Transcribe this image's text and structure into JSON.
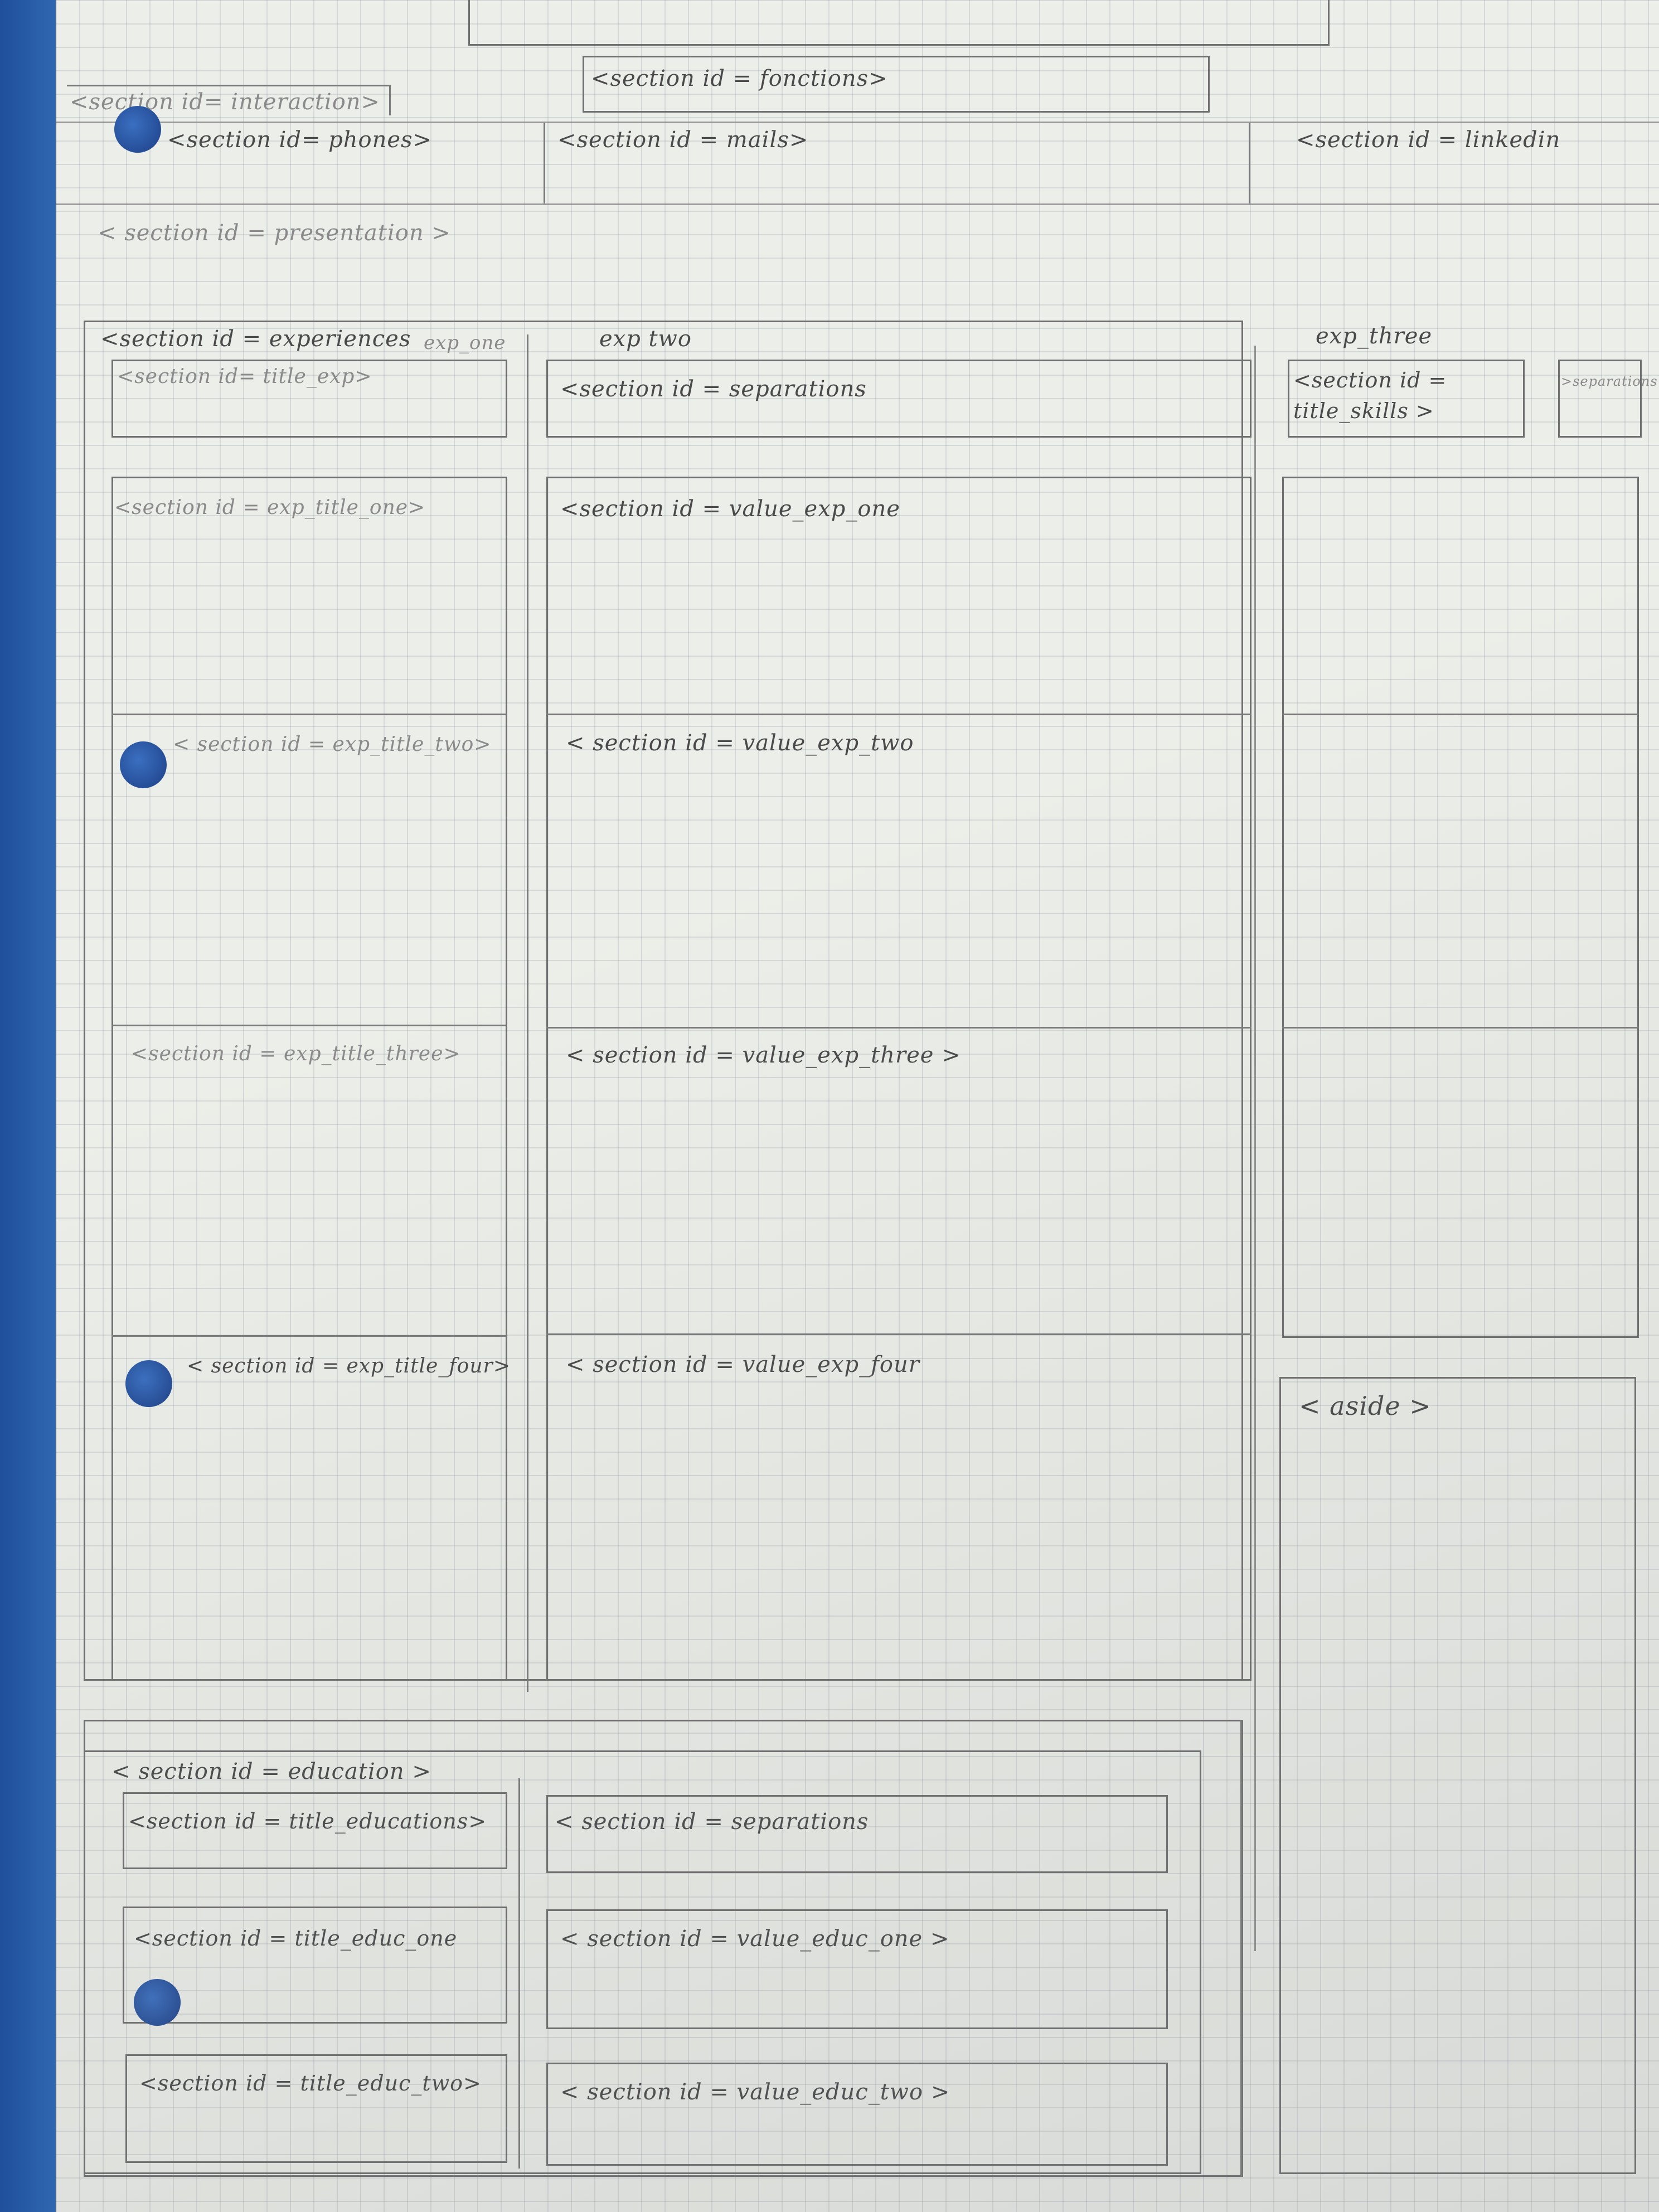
{
  "top": {
    "fonctions": "<section id = fonctions>",
    "interaction": "<section id= interaction>",
    "phones": "<section id= phones>",
    "mails": "<section id = mails>",
    "linkedin": "<section id = linkedin",
    "presentation": "< section id = presentation >"
  },
  "experiences": {
    "container": "<section id = experiences",
    "col_one": "exp_one",
    "col_two": "exp two",
    "col_three": "exp_three",
    "title_exp": "<section id= title_exp>",
    "separations": "<section id = separations",
    "title_skills_line1": "<section id =",
    "title_skills_line2": "title_skills >",
    "separations_small": ">separations",
    "rows": [
      {
        "title": "<section id = exp_title_one>",
        "value": "<section id = value_exp_one"
      },
      {
        "title": "< section id = exp_title_two>",
        "value": "< section id = value_exp_two"
      },
      {
        "title": "<section id = exp_title_three>",
        "value": "< section id = value_exp_three >"
      },
      {
        "title": "< section id = exp_title_four>",
        "value": "< section id = value_exp_four"
      }
    ]
  },
  "aside": "< aside >",
  "education": {
    "container": "< section id = education >",
    "title": "<section id = title_educations>",
    "separations": "< section id = separations",
    "rows": [
      {
        "title": "<section id = title_educ_one",
        "value": "< section id = value_educ_one >"
      },
      {
        "title": "<section id = title_educ_two>",
        "value": "< section id = value_educ_two >"
      }
    ]
  }
}
